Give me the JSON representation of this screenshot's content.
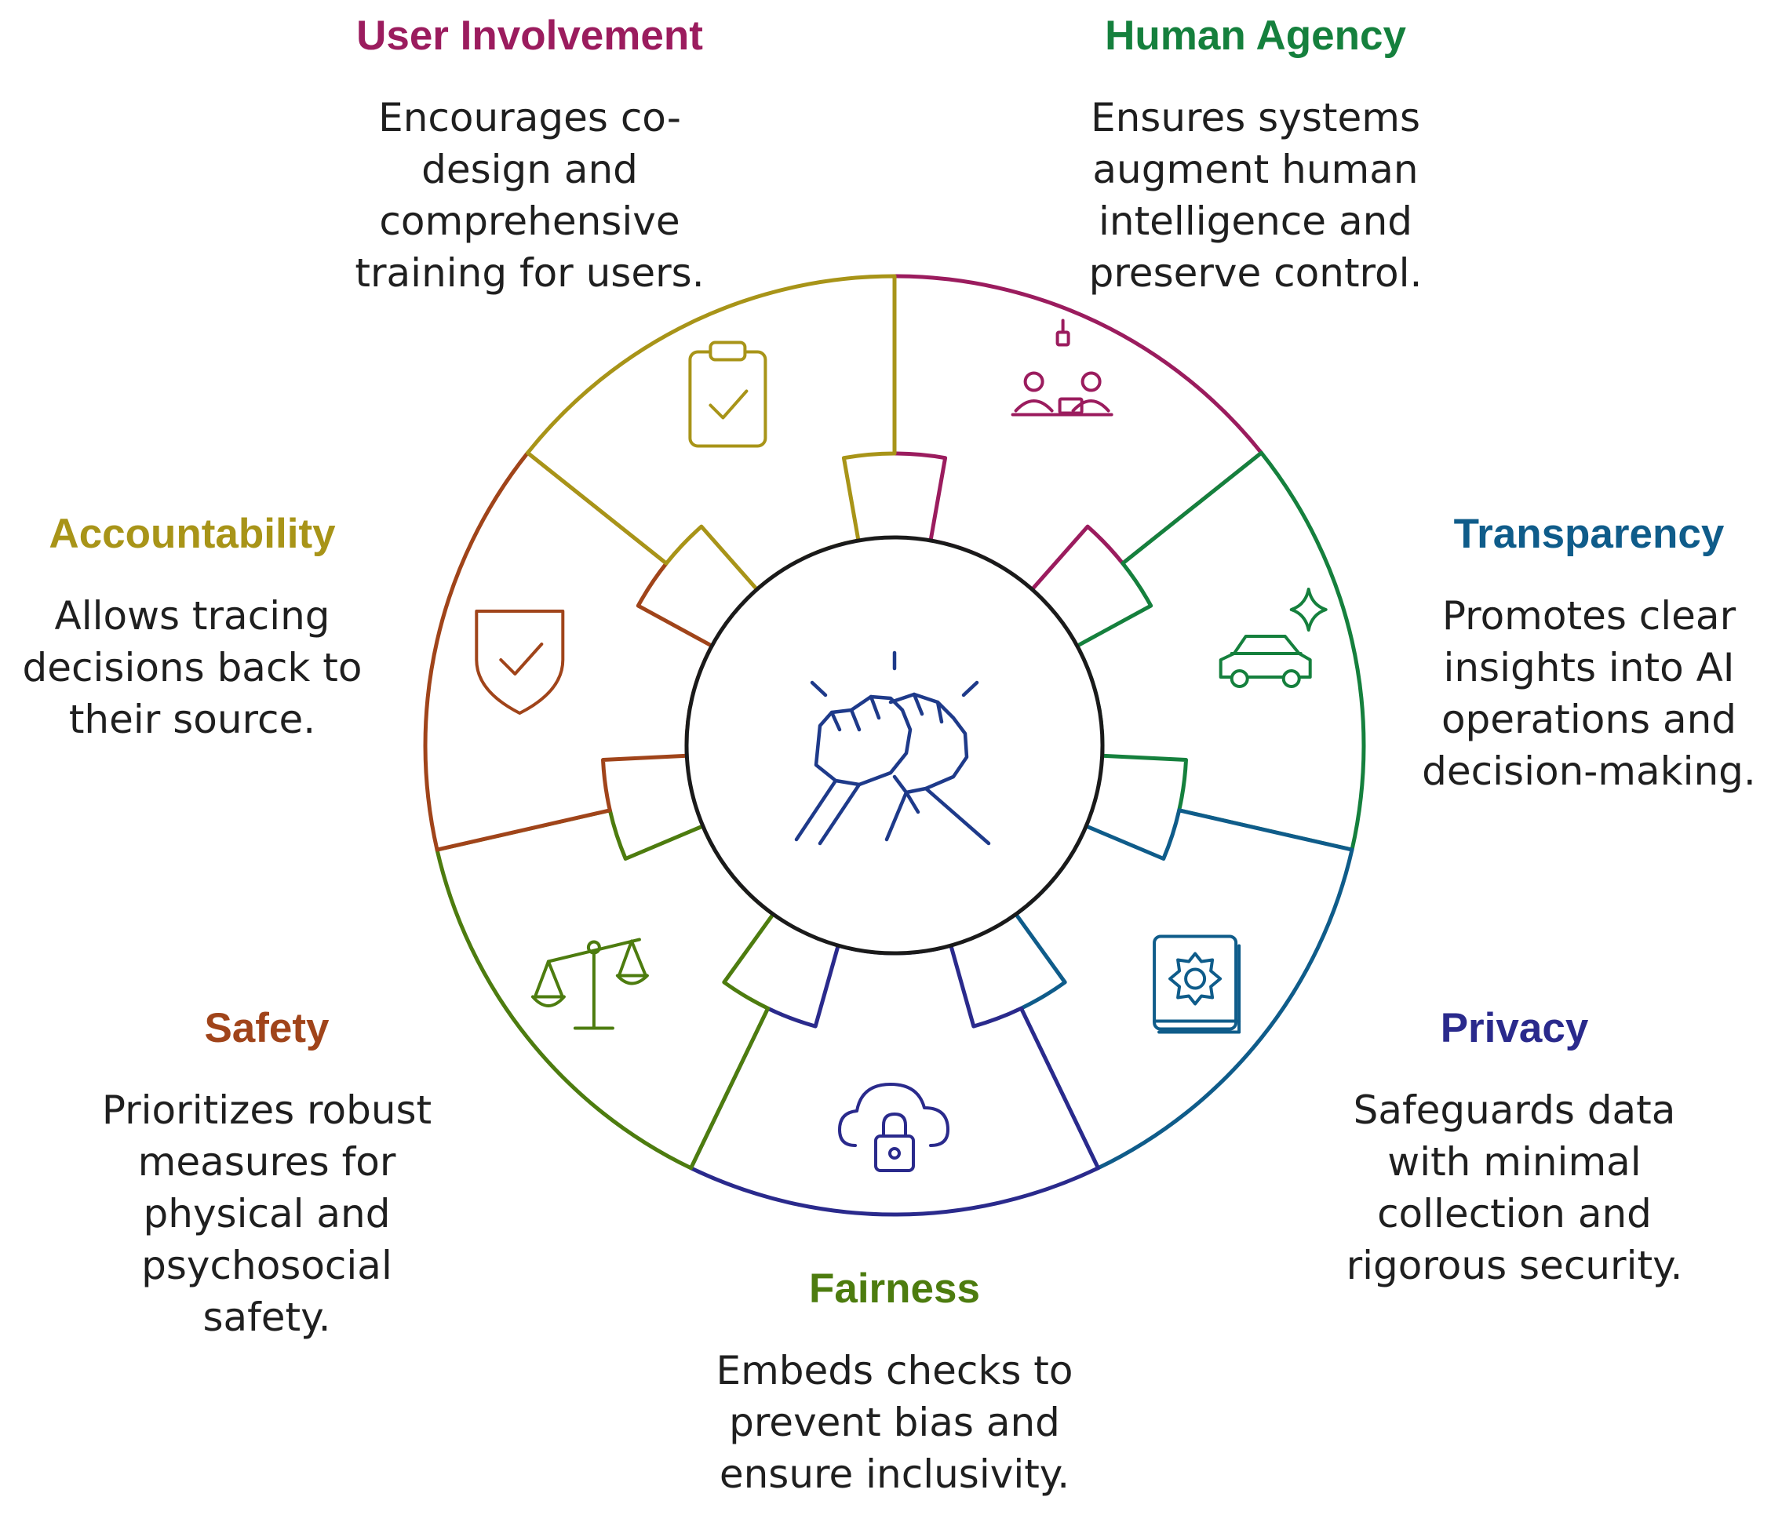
{
  "center": {
    "icon": "handshake-icon",
    "color": "#1e3a8a"
  },
  "segments": [
    {
      "id": "user-involvement",
      "title": "User Involvement",
      "description": "Encourages co-\ndesign and\ncomprehensive\ntraining for users.",
      "color": "#9b1c5e",
      "icon": "collaboration-icon"
    },
    {
      "id": "human-agency",
      "title": "Human Agency",
      "description": "Ensures systems\naugment human\nintelligence and\npreserve control.",
      "color": "#15803d",
      "icon": "autonomous-car-icon"
    },
    {
      "id": "transparency",
      "title": "Transparency",
      "description": "Promotes clear\ninsights into AI\noperations and\ndecision-making.",
      "color": "#0f5c8a",
      "icon": "gear-book-icon"
    },
    {
      "id": "privacy",
      "title": "Privacy",
      "description": "Safeguards data\nwith minimal\ncollection and\nrigorous security.",
      "color": "#2a2a8c",
      "icon": "cloud-lock-icon"
    },
    {
      "id": "fairness",
      "title": "Fairness",
      "description": "Embeds checks to\nprevent bias and\nensure inclusivity.",
      "color": "#4d7c0f",
      "icon": "balance-scale-icon"
    },
    {
      "id": "safety",
      "title": "Safety",
      "description": "Prioritizes robust\nmeasures for\nphysical and\npsychosocial\nsafety.",
      "color": "#a0441a",
      "icon": "shield-check-icon"
    },
    {
      "id": "accountability",
      "title": "Accountability",
      "description": "Allows tracing\ndecisions back to\ntheir source.",
      "color": "#a89418",
      "icon": "clipboard-check-icon"
    }
  ]
}
